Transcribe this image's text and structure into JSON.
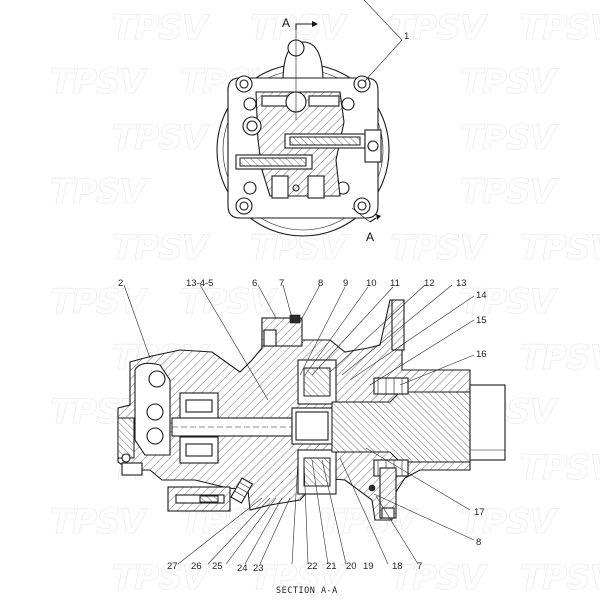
{
  "diagram": {
    "title": "SECTION A-A",
    "section_markers": [
      {
        "letter": "A",
        "position": "top"
      },
      {
        "letter": "A",
        "position": "bottom-right"
      }
    ],
    "watermark": "TPSV",
    "views": [
      {
        "name": "end-view",
        "callouts": [
          "1"
        ]
      },
      {
        "name": "section-a-a",
        "callouts": [
          "2",
          "13-4-5",
          "6",
          "7",
          "8",
          "9",
          "10",
          "11",
          "12",
          "13",
          "14",
          "15",
          "16",
          "17",
          "8",
          "7",
          "18",
          "19",
          "20",
          "21",
          "22",
          "23",
          "24",
          "25",
          "26",
          "27"
        ]
      }
    ]
  },
  "callouts": {
    "c1": "1",
    "c2": "2",
    "c3": "13-4-5",
    "c6": "6",
    "c7top": "7",
    "c8top": "8",
    "c9": "9",
    "c10": "10",
    "c11": "11",
    "c12": "12",
    "c13": "13",
    "c14": "14",
    "c15": "15",
    "c16": "16",
    "c17": "17",
    "c8right": "8",
    "c7bottom": "7",
    "c18": "18",
    "c19": "19",
    "c20": "20",
    "c21": "21",
    "c22": "22",
    "c23": "23",
    "c24": "24",
    "c25": "25",
    "c26": "26",
    "c27": "27"
  },
  "section_letters": {
    "top": "A",
    "bottom": "A"
  }
}
